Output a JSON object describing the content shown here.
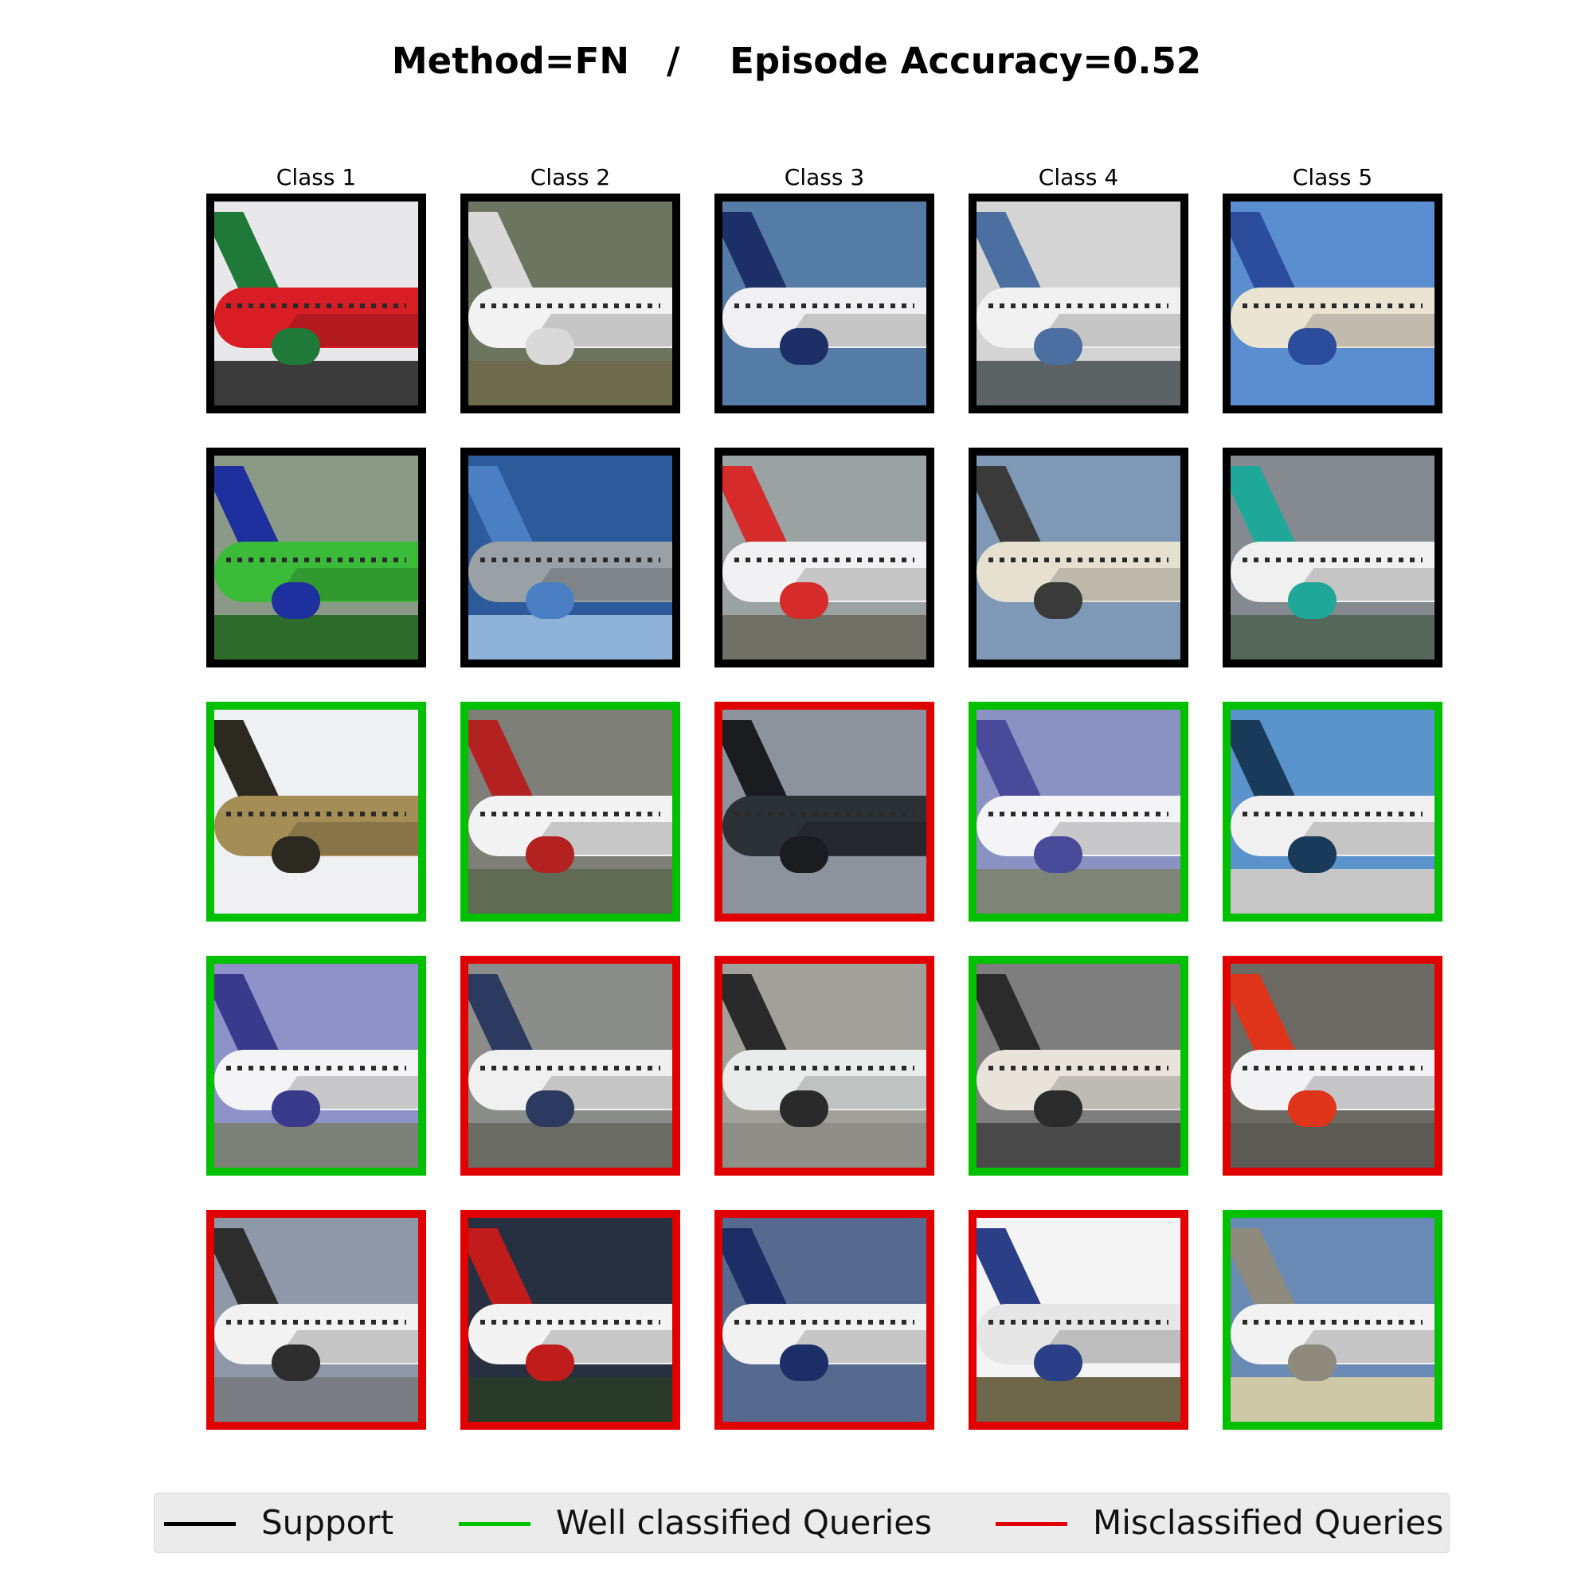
{
  "title": "Method=FN   /    Episode Accuracy=0.52",
  "colors": {
    "support": "#000000",
    "well_classified": "#00c000",
    "misclassified": "#e00000"
  },
  "columns": [
    "Class 1",
    "Class 2",
    "Class 3",
    "Class 4",
    "Class 5"
  ],
  "grid": [
    [
      {
        "status": "support",
        "sky": "#e8e8ea",
        "body": "#d81e24",
        "ground": "#3b3b3b",
        "accent": "#1f7a3a"
      },
      {
        "status": "support",
        "sky": "#6d7560",
        "body": "#f2f2f2",
        "ground": "#6e6a4c",
        "accent": "#d9d9d9"
      },
      {
        "status": "support",
        "sky": "#547ca6",
        "body": "#f0f0f2",
        "ground": "#547ca6",
        "accent": "#1c2f66"
      },
      {
        "status": "support",
        "sky": "#d4d4d4",
        "body": "#f1f1f1",
        "ground": "#5b6364",
        "accent": "#4a6fa0"
      },
      {
        "status": "support",
        "sky": "#5a8ed0",
        "body": "#eae4d2",
        "ground": "#5a8ed0",
        "accent": "#2c4c9c"
      }
    ],
    [
      {
        "status": "support",
        "sky": "#8a9a86",
        "body": "#3cba3a",
        "ground": "#2d6c2a",
        "accent": "#1e2f9e"
      },
      {
        "status": "support",
        "sky": "#2d5a9a",
        "body": "#9aa1a6",
        "ground": "#8fb3d8",
        "accent": "#4a7fc4"
      },
      {
        "status": "support",
        "sky": "#9aa2a2",
        "body": "#f1f1f3",
        "ground": "#707066",
        "accent": "#d52b2b"
      },
      {
        "status": "support",
        "sky": "#7e98b6",
        "body": "#e5e0cf",
        "ground": "#7e98b6",
        "accent": "#3a3a3a"
      },
      {
        "status": "support",
        "sky": "#858a90",
        "body": "#f0f0f0",
        "ground": "#55665a",
        "accent": "#1fa89a"
      }
    ],
    [
      {
        "status": "well",
        "sky": "#eef0f4",
        "body": "#a58d56",
        "ground": "#f0f0f2",
        "accent": "#2c2a20"
      },
      {
        "status": "well",
        "sky": "#7d7f78",
        "body": "#f3f3f3",
        "ground": "#606a55",
        "accent": "#b32121"
      },
      {
        "status": "mis",
        "sky": "#8c939c",
        "body": "#2c3136",
        "ground": "#8c939c",
        "accent": "#1a1c20"
      },
      {
        "status": "well",
        "sky": "#8a92c4",
        "body": "#f4f4f6",
        "ground": "#7f8478",
        "accent": "#4a4a9a"
      },
      {
        "status": "well",
        "sky": "#5a92cc",
        "body": "#f0f0f0",
        "ground": "#c7c7c7",
        "accent": "#1a3a5a"
      }
    ],
    [
      {
        "status": "well",
        "sky": "#8e92c8",
        "body": "#f4f4f6",
        "ground": "#7c8278",
        "accent": "#3a3a8c"
      },
      {
        "status": "mis",
        "sky": "#8b8d8a",
        "body": "#f0f0f0",
        "ground": "#6b6d64",
        "accent": "#2c3a60"
      },
      {
        "status": "mis",
        "sky": "#a2a09a",
        "body": "#e9ecea",
        "ground": "#8e8e86",
        "accent": "#2a2a2a"
      },
      {
        "status": "well",
        "sky": "#7e7e7e",
        "body": "#e8e4dc",
        "ground": "#4a4a4a",
        "accent": "#2b2b2b"
      },
      {
        "status": "mis",
        "sky": "#6c6a62",
        "body": "#f2f2f4",
        "ground": "#5c5a55",
        "accent": "#e0341a"
      }
    ],
    [
      {
        "status": "mis",
        "sky": "#8e98a8",
        "body": "#f2f2f2",
        "ground": "#7a7e84",
        "accent": "#2d2d2d"
      },
      {
        "status": "mis",
        "sky": "#263040",
        "body": "#f3f3f3",
        "ground": "#2a3a2a",
        "accent": "#c01c1c"
      },
      {
        "status": "mis",
        "sky": "#56698e",
        "body": "#f1f1f1",
        "ground": "#56698e",
        "accent": "#1b2e66"
      },
      {
        "status": "mis",
        "sky": "#f4f4f4",
        "body": "#e6e6e6",
        "ground": "#6e6648",
        "accent": "#2a3f88"
      },
      {
        "status": "well",
        "sky": "#6a8ab6",
        "body": "#f2f2f2",
        "ground": "#cfc8a8",
        "accent": "#8e8a7e"
      }
    ]
  ],
  "legend": [
    {
      "label": "Support",
      "status": "support"
    },
    {
      "label": "Well classified Queries",
      "status": "well"
    },
    {
      "label": "Misclassified Queries",
      "status": "mis"
    }
  ]
}
